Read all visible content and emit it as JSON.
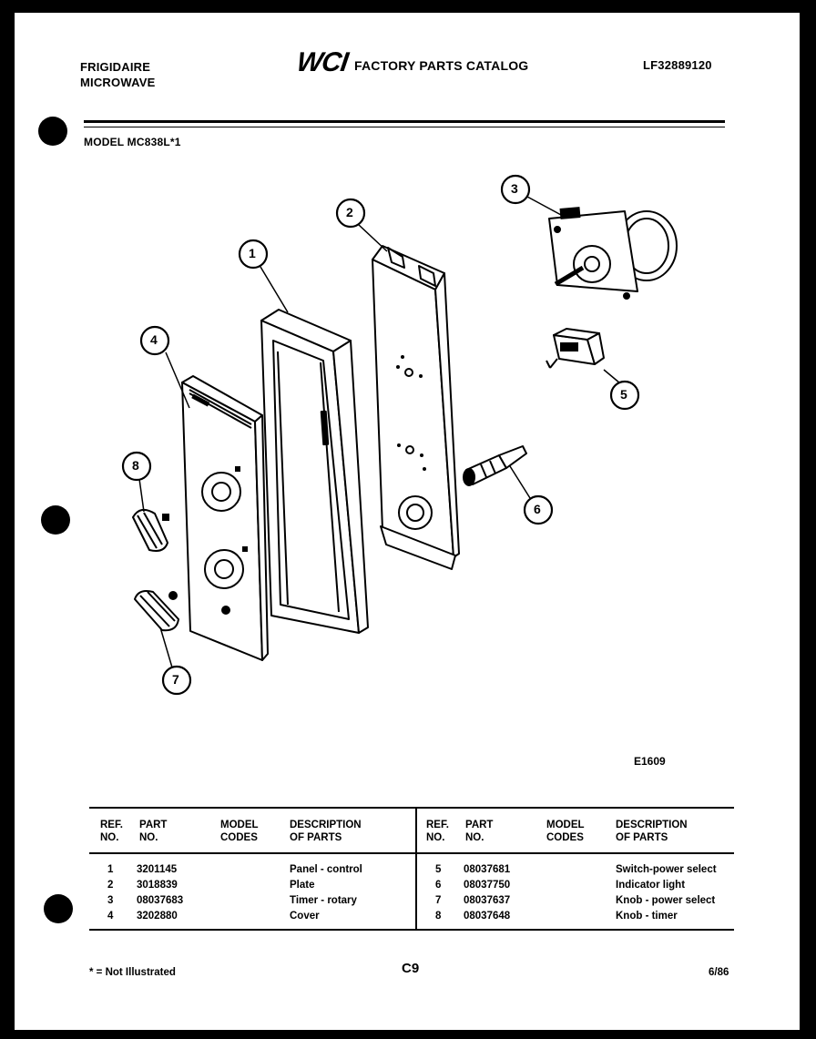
{
  "header": {
    "brand_line1": "FRIGIDAIRE",
    "brand_line2": "MICROWAVE",
    "logo": "WCI",
    "catalog_title": "FACTORY PARTS CATALOG",
    "catalog_number": "LF32889120",
    "model": "MODEL MC838L*1"
  },
  "diagram": {
    "figure_code": "E1609",
    "callouts": [
      "1",
      "2",
      "3",
      "4",
      "5",
      "6",
      "7",
      "8"
    ]
  },
  "table": {
    "headers": {
      "ref": [
        "REF.",
        "NO."
      ],
      "part": [
        "PART",
        "NO."
      ],
      "model": [
        "MODEL",
        "CODES"
      ],
      "desc": [
        "DESCRIPTION",
        "OF PARTS"
      ]
    },
    "left_rows": [
      {
        "ref": "1",
        "part": "3201145",
        "code": "",
        "desc": "Panel - control"
      },
      {
        "ref": "2",
        "part": "3018839",
        "code": "",
        "desc": "Plate"
      },
      {
        "ref": "3",
        "part": "08037683",
        "code": "",
        "desc": "Timer - rotary"
      },
      {
        "ref": "4",
        "part": "3202880",
        "code": "",
        "desc": "Cover"
      }
    ],
    "right_rows": [
      {
        "ref": "5",
        "part": "08037681",
        "code": "",
        "desc": "Switch-power select"
      },
      {
        "ref": "6",
        "part": "08037750",
        "code": "",
        "desc": "Indicator light"
      },
      {
        "ref": "7",
        "part": "08037637",
        "code": "",
        "desc": "Knob - power select"
      },
      {
        "ref": "8",
        "part": "08037648",
        "code": "",
        "desc": "Knob - timer"
      }
    ]
  },
  "footer": {
    "note": "* = Not Illustrated",
    "page": "C9",
    "date": "6/86"
  }
}
